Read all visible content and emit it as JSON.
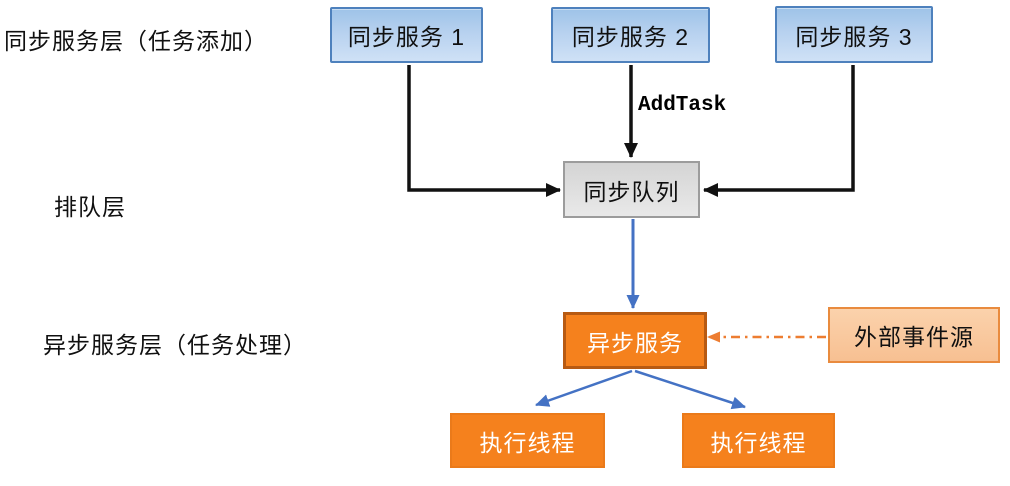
{
  "diagram": {
    "title_semantic": "sync-to-async task processing architecture",
    "layer_labels": {
      "sync_layer": "同步服务层（任务添加）",
      "queue_layer": "排队层",
      "async_layer": "异步服务层（任务处理）"
    },
    "nodes": {
      "sync1": "同步服务 1",
      "sync2": "同步服务 2",
      "sync3": "同步服务 3",
      "queue": "同步队列",
      "async": "异步服务",
      "external": "外部事件源",
      "thread1": "执行线程",
      "thread2": "执行线程"
    },
    "edge_labels": {
      "add_task": "AddTask"
    },
    "colors": {
      "sync_box_fill_top": "#9ec3e8",
      "sync_box_fill_bottom": "#cfe1f6",
      "sync_box_border": "#4e81bd",
      "queue_box_fill": "#dddddd",
      "queue_box_border": "#9c9c9c",
      "async_box_fill": "#f5811d",
      "async_box_border": "#b75a12",
      "external_box_fill": "#f9c89d",
      "external_box_border": "#e98b3e",
      "thread_box_fill": "#f5811d",
      "black_arrow": "#111111",
      "blue_arrow": "#4472c4",
      "orange_dash_arrow": "#ed7d31",
      "background": "#ffffff"
    }
  }
}
